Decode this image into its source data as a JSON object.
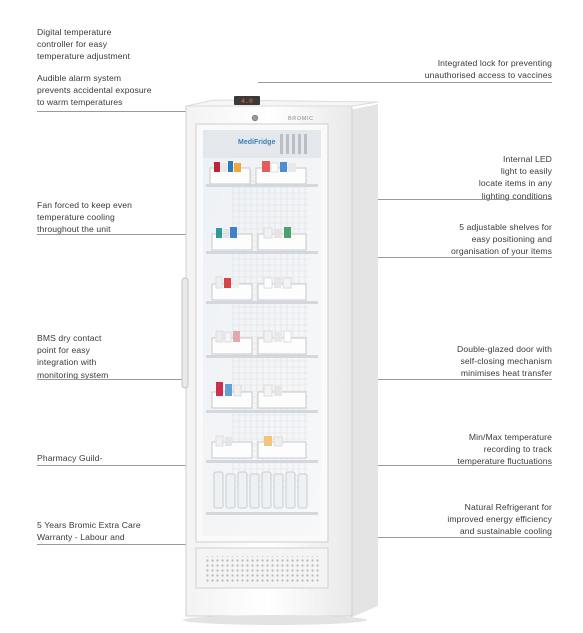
{
  "callouts_left": [
    {
      "id": "temp-controller",
      "text": "Digital temperature\ncontroller for easy\ntemperature adjustment"
    },
    {
      "id": "alarm",
      "text": "Audible alarm system\nprevents accidental exposure\nto warm temperatures"
    },
    {
      "id": "fan",
      "text": "Fan forced to keep even\ntemperature cooling\nthroughout the unit"
    },
    {
      "id": "bms",
      "text": "BMS dry contact\npoint for easy\nintegration with\nmonitoring system"
    },
    {
      "id": "pharmacy",
      "text": "Pharmacy Guild-"
    },
    {
      "id": "warranty",
      "text": "5 Years Bromic Extra Care\nWarranty - Labour and"
    }
  ],
  "callouts_right": [
    {
      "id": "lock",
      "text": "Integrated lock for preventing\nunauthorised access to vaccines"
    },
    {
      "id": "led",
      "text": "Internal LED\nlight to easily\nlocate items in any\nlighting conditions"
    },
    {
      "id": "shelves",
      "text": "5 adjustable shelves for\neasy positioning and\norganisation of your items"
    },
    {
      "id": "door",
      "text": "Double-glazed door with\nself-closing mechanism\nminimises heat transfer"
    },
    {
      "id": "minmax",
      "text": "Min/Max temperature\nrecording to track\ntemperature fluctuations"
    },
    {
      "id": "refrigerant",
      "text": "Natural Refrigerant for\nimproved energy efficiency\nand sustainable cooling"
    }
  ],
  "fridge": {
    "brand_top": "BROMIC",
    "brand_door": "MediFridge",
    "display": "4.0"
  }
}
